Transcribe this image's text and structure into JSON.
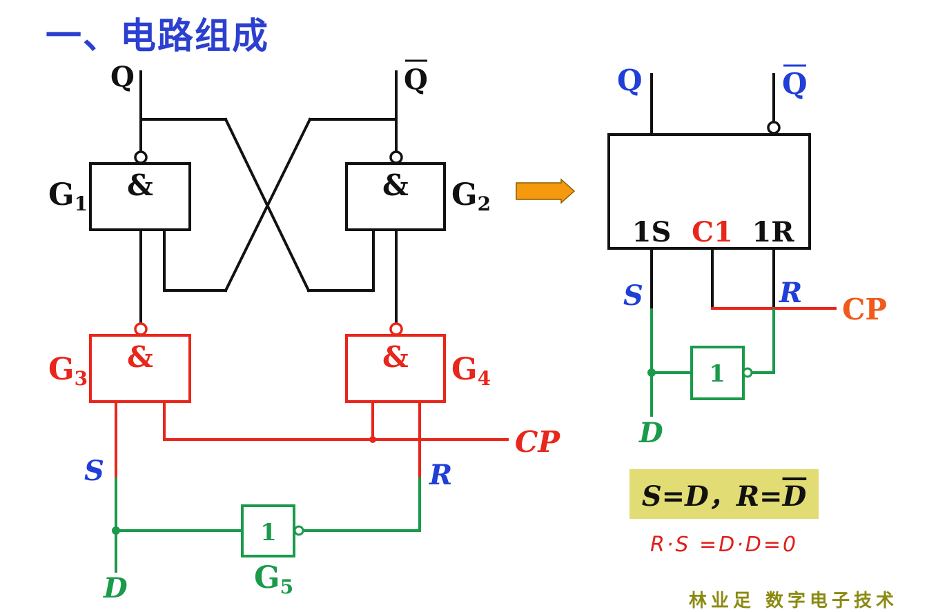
{
  "title": "一、电路组成",
  "footer": "林业足 数字电子技术",
  "colors": {
    "title": "#2b3fd0",
    "black": "#111111",
    "red": "#e8261b",
    "green": "#1a9a4a",
    "blue": "#1f3fd6",
    "cp_orange": "#f05a1a",
    "arrow": "#f59a0f",
    "formula_bg": "#e2dc75"
  },
  "left_circuit": {
    "q_label": "Q",
    "qbar_label": "Q",
    "gate_g1": {
      "symbol": "&",
      "name": "G",
      "sub": "1"
    },
    "gate_g2": {
      "symbol": "&",
      "name": "G",
      "sub": "2"
    },
    "gate_g3": {
      "symbol": "&",
      "name": "G",
      "sub": "3"
    },
    "gate_g4": {
      "symbol": "&",
      "name": "G",
      "sub": "4"
    },
    "gate_g5": {
      "symbol": "1",
      "name": "G",
      "sub": "5"
    },
    "cp_label": "CP",
    "s_label": "S",
    "r_label": "R",
    "d_label": "D"
  },
  "right_circuit": {
    "q_label": "Q",
    "qbar_label": "Q",
    "pin_1s": "1S",
    "pin_c1": "C1",
    "pin_1r": "1R",
    "s_label": "S",
    "r_label": "R",
    "cp_label": "CP",
    "inverter": "1",
    "d_label": "D"
  },
  "formula": {
    "s_part": "S=D",
    "sep": "，",
    "r_part": "R=",
    "d_bar": "D"
  },
  "handwritten": "R·S =D·D=0"
}
